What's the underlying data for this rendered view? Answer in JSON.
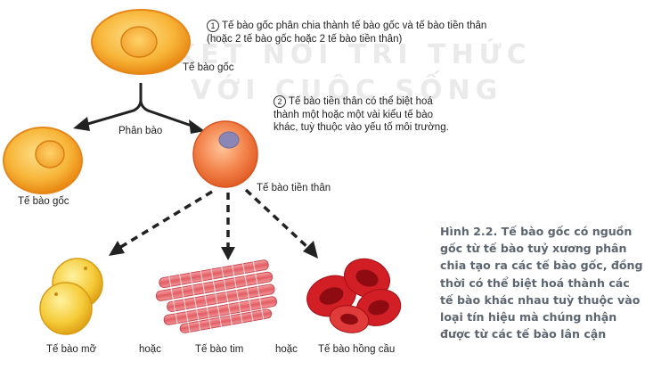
{
  "watermark": {
    "line1": "KẾT NỐI TRI THỨC",
    "line2": "VỚI CUỘC SỐNG"
  },
  "notes": {
    "note1_number": "1",
    "note1_lines": [
      "Tế bào gốc phân chia thành tế bào gốc và tế bào tiền thân",
      "(hoặc 2 tế bào gốc hoặc 2 tế bào tiền thân)"
    ],
    "note2_number": "2",
    "note2_lines": [
      "Tế bào tiền thân có thể biệt hoá",
      "thành một hoặc một vài kiểu tế bào",
      "khác, tuỳ thuộc vào yếu tố môi trường."
    ]
  },
  "labels": {
    "stem_cell_top": "Tế bào gốc",
    "division": "Phân bào",
    "stem_cell_left": "Tế bào gốc",
    "progenitor": "Tế bào tiền thân",
    "fat_cell": "Tế bào mỡ",
    "or_1": "hoặc",
    "heart_cell": "Tế bào tim",
    "or_2": "hoặc",
    "red_blood_cell": "Tế bào hồng cầu"
  },
  "caption_lines": [
    "Hình 2.2. Tế bào gốc có nguồn",
    "gốc từ tế bào tuỷ xương phân",
    "chia tạo ra các tế bào gốc, đồng",
    "thời có thể biệt hoá thành các",
    "tế bào khác nhau tuỳ thuộc vào",
    "loại tín hiệu mà chúng nhận",
    "được từ các tế bào lân cận"
  ],
  "colors": {
    "stem_cell": "#f5a623",
    "progenitor": "#e8602c",
    "nucleus_progenitor": "#8a86b5",
    "fat_cell": "#f2c230",
    "heart_fiber": "#e86a6f",
    "red_blood_cell": "#c4161c",
    "caption": "#5d6670"
  }
}
